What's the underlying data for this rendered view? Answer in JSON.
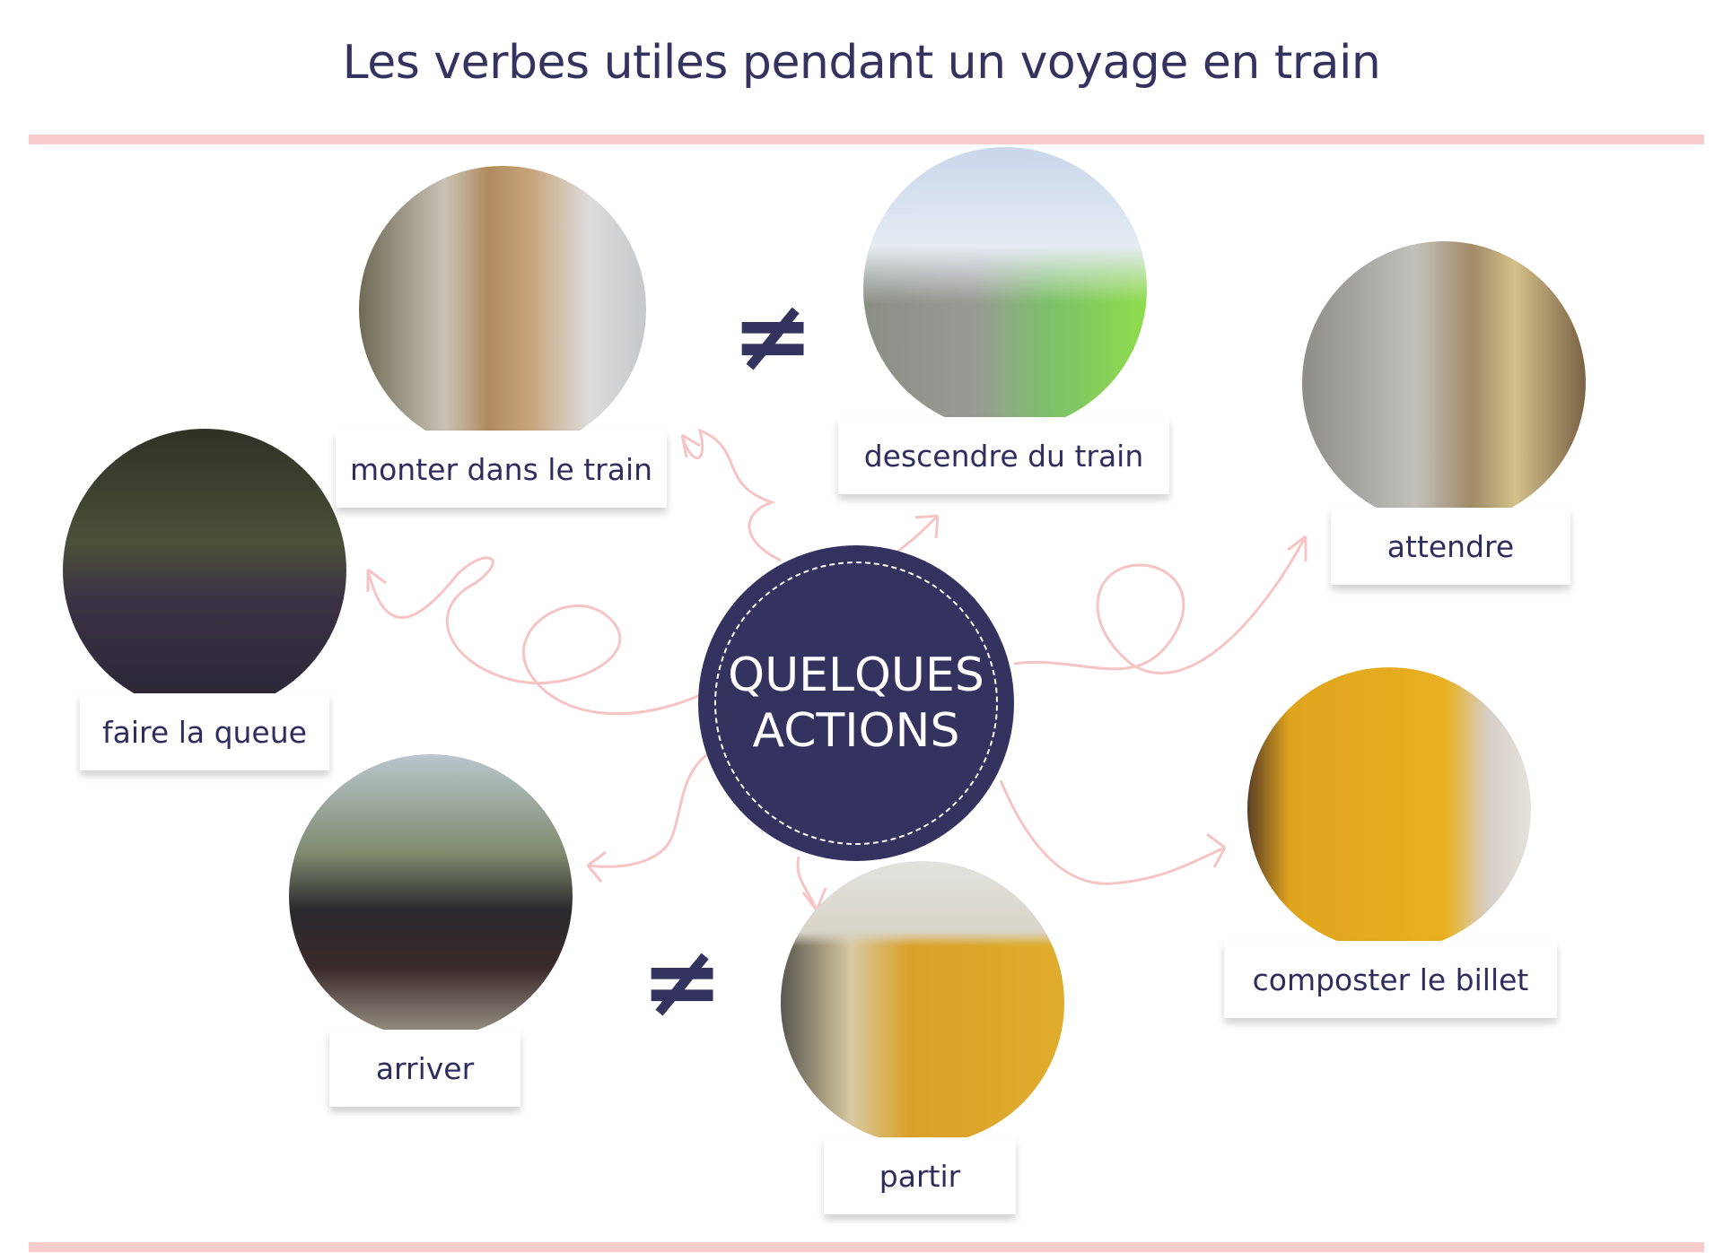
{
  "title": "Les verbes utiles pendant un voyage en train",
  "center": {
    "line1": "QUELQUES",
    "line2": "ACTIONS"
  },
  "verbs": [
    {
      "label": "monter dans le train",
      "icon": "photo-man-boarding-train"
    },
    {
      "label": "descendre du train",
      "icon": "photo-green-train-platform"
    },
    {
      "label": "attendre",
      "icon": "photo-people-waiting-subway"
    },
    {
      "label": "faire la queue",
      "icon": "photo-crowd-queue-station"
    },
    {
      "label": "arriver",
      "icon": "photo-steam-locomotive"
    },
    {
      "label": "partir",
      "icon": "photo-yellow-train"
    },
    {
      "label": "composter le billet",
      "icon": "photo-ticket-validator"
    }
  ],
  "opposite_symbol": "≠",
  "colors": {
    "navy": "#34325f",
    "pink": "#f8cccc",
    "arrow": "#f6c4c4"
  }
}
